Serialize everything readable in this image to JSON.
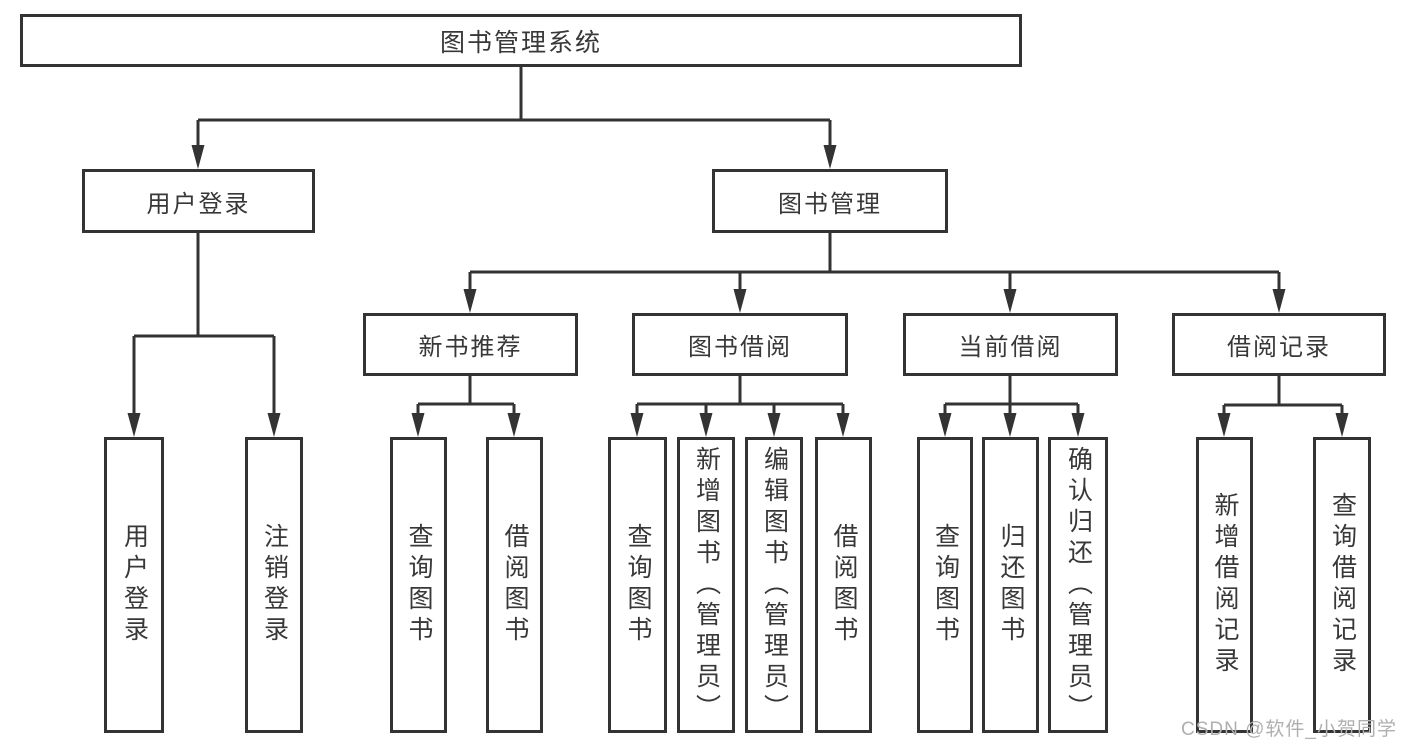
{
  "diagram_type": "tree",
  "colors": {
    "line": "#333333",
    "text": "#383838",
    "background": "#ffffff",
    "watermark": "#afafaf"
  },
  "watermark": {
    "text": "CSDN @软件_小贺同学"
  },
  "tree": {
    "label": "图书管理系统",
    "children": [
      {
        "label": "用户登录",
        "children": [
          {
            "label": "用户登录"
          },
          {
            "label": "注销登录"
          }
        ]
      },
      {
        "label": "图书管理",
        "children": [
          {
            "label": "新书推荐",
            "children": [
              {
                "label": "查询图书"
              },
              {
                "label": "借阅图书"
              }
            ]
          },
          {
            "label": "图书借阅",
            "children": [
              {
                "label": "查询图书"
              },
              {
                "label": "新增图书（管理员）"
              },
              {
                "label": "编辑图书（管理员）"
              },
              {
                "label": "借阅图书"
              }
            ]
          },
          {
            "label": "当前借阅",
            "children": [
              {
                "label": "查询图书"
              },
              {
                "label": "归还图书"
              },
              {
                "label": "确认归还（管理员）"
              }
            ]
          },
          {
            "label": "借阅记录",
            "children": [
              {
                "label": "新增借阅记录"
              },
              {
                "label": "查询借阅记录"
              }
            ]
          }
        ]
      }
    ]
  }
}
